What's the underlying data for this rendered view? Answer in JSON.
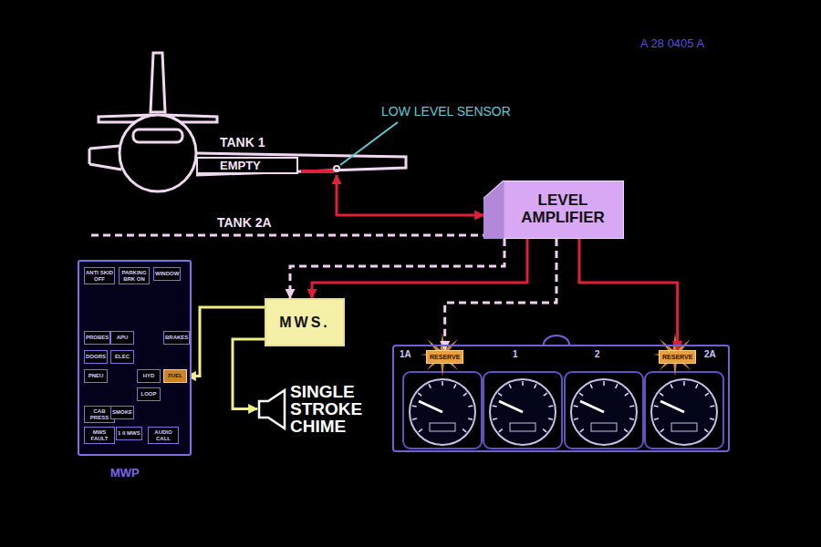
{
  "diagram": {
    "nodes": [
      {
        "text": [
          "TANK 1",
          "EMPTY"
        ]
      },
      {
        "text": [
          "LEVEL AMPLIFIER"
        ]
      },
      {
        "text": [
          "MWP"
        ]
      },
      {
        "text": [
          "ANTI SKID OFF"
        ],
        "in": 2
      },
      {
        "text": [
          "PARKING BRK ON"
        ],
        "in": 2
      },
      {
        "text": [
          "WINDOW"
        ],
        "in": 2
      },
      {
        "text": [
          "PROBES"
        ],
        "in": 2
      },
      {
        "text": [
          "APU"
        ],
        "in": 2
      },
      {
        "text": [
          "BRAKES"
        ],
        "in": 2
      },
      {
        "text": [
          "DOORS"
        ],
        "in": 2
      },
      {
        "text": [
          "ELEC"
        ],
        "in": 2
      },
      {
        "text": [
          "PNEU"
        ],
        "in": 2
      },
      {
        "text": [
          "HYD"
        ],
        "in": 2
      },
      {
        "text": [
          "FUEL"
        ],
        "in": 2
      },
      {
        "text": [
          "LOOP"
        ],
        "in": 2
      },
      {
        "text": [
          "CAB PRESS"
        ],
        "in": 2
      },
      {
        "text": [
          "SMOKE"
        ],
        "in": 2
      },
      {
        "text": [
          "MWS FAULT"
        ],
        "in": 2
      },
      {
        "text": [
          "1 II MWS"
        ],
        "in": 2
      },
      {
        "text": [
          "AUDIO CALL"
        ],
        "in": 2
      },
      {
        "text": [
          "MWS."
        ]
      },
      {
        "text": [
          "SINGLE STROKE CHIME"
        ]
      },
      {
        "text": [
          "1A",
          "1",
          "2",
          "2A"
        ]
      },
      {
        "text": [
          "RESERVE"
        ],
        "in": 22
      },
      {
        "text": [
          "RESERVE"
        ],
        "in": 22
      }
    ],
    "edges": [
      {
        "from": 0,
        "to": 1,
        "arrow": "both"
      },
      {
        "from": 1,
        "to": 20,
        "arrow": "to"
      },
      {
        "from": 1,
        "to": 20,
        "arrow": "to"
      },
      {
        "from": 1,
        "to": 24,
        "arrow": "to"
      },
      {
        "from": 1,
        "to": 23,
        "arrow": "to"
      },
      {
        "from": 20,
        "to": 13,
        "arrow": "to"
      },
      {
        "from": 20,
        "to": 21,
        "arrow": "to"
      }
    ],
    "labels": [
      "A 28 0405 A",
      "LOW LEVEL SENSOR",
      "TANK 2A"
    ]
  }
}
